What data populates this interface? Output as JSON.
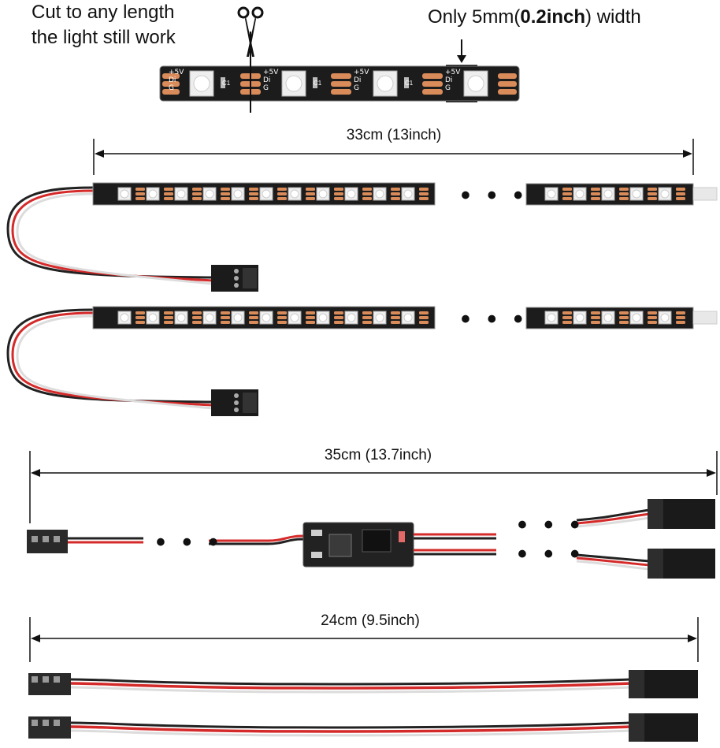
{
  "callouts": {
    "cut_line1": "Cut to any length",
    "cut_line2": "the light still work",
    "width_prefix": "Only 5mm(",
    "width_bold": "0.2inch",
    "width_suffix": ") width"
  },
  "strip_labels": {
    "power": "+5V",
    "data": "Di",
    "ground": "G",
    "cap": "C1"
  },
  "dimensions": {
    "strip_length": "33cm (13inch)",
    "controller_cable": "35cm (13.7inch)",
    "extension_cable": "24cm (9.5inch)"
  },
  "ellipsis": "• • •",
  "icons": [
    "scissors-icon",
    "arrow-down-icon"
  ]
}
